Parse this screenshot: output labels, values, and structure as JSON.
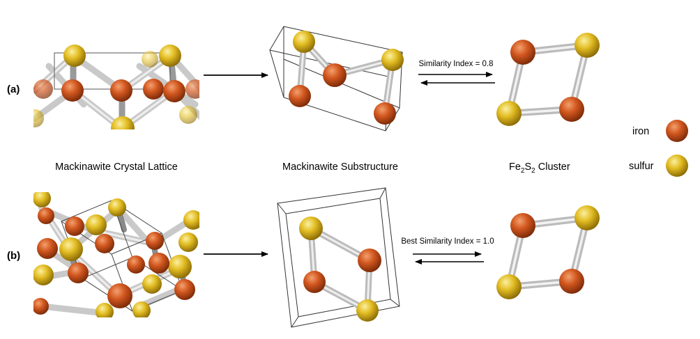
{
  "rows": [
    {
      "label": "(a)",
      "similarity_text": "Similarity Index = 0.8"
    },
    {
      "label": "(b)",
      "similarity_text": "Best Similarity Index = 1.0"
    }
  ],
  "captions": {
    "lattice": "Mackinawite Crystal Lattice",
    "substructure": "Mackinawite Substructure",
    "cluster_prefix": "Fe",
    "cluster_sub1": "2",
    "cluster_mid": "S",
    "cluster_sub2": "2",
    "cluster_suffix": " Cluster"
  },
  "legend": {
    "iron": {
      "label": "iron",
      "color": "#c8501c"
    },
    "sulfur": {
      "label": "sulfur",
      "color": "#e0b820"
    }
  }
}
